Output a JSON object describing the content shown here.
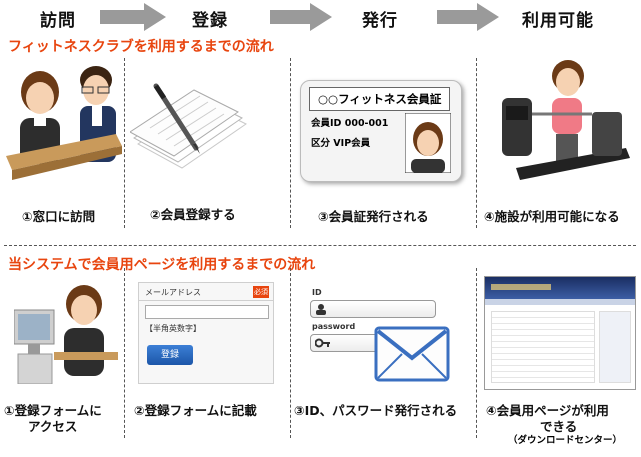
{
  "steps": [
    {
      "label": "訪問"
    },
    {
      "label": "登録"
    },
    {
      "label": "発行"
    },
    {
      "label": "利用可能"
    }
  ],
  "section1": {
    "title": "フィットネスクラブを利用するまでの流れ",
    "captions": [
      "①窓口に訪問",
      "②会員登録する",
      "③会員証発行される",
      "④施設が利用可能になる"
    ]
  },
  "card": {
    "title": "○○フィットネス会員証",
    "id_line": "会員ID 000-001",
    "class_line": "区分  VIP会員"
  },
  "section2": {
    "title": "当システムで会員用ページを利用するまでの流れ",
    "captions": [
      "①登録フォームに",
      "アクセス",
      "②登録フォームに記載",
      "③ID、パスワード発行される",
      "④会員用ページが利用",
      "できる",
      "（ダウンロードセンター）"
    ]
  },
  "form": {
    "field_label": "メールアドレス",
    "required_badge": "必須",
    "hint": "【半角英数字】",
    "submit_label": "登録"
  },
  "login": {
    "id_label": "ID",
    "password_label": "password"
  },
  "colors": {
    "accent": "#e8450f",
    "arrow": "#9a9a9a",
    "form_button": "#2666bd"
  },
  "icons": [
    "arrow-right-icon",
    "pen-icon",
    "envelope-icon",
    "user-icon",
    "key-icon",
    "computer-icon"
  ]
}
